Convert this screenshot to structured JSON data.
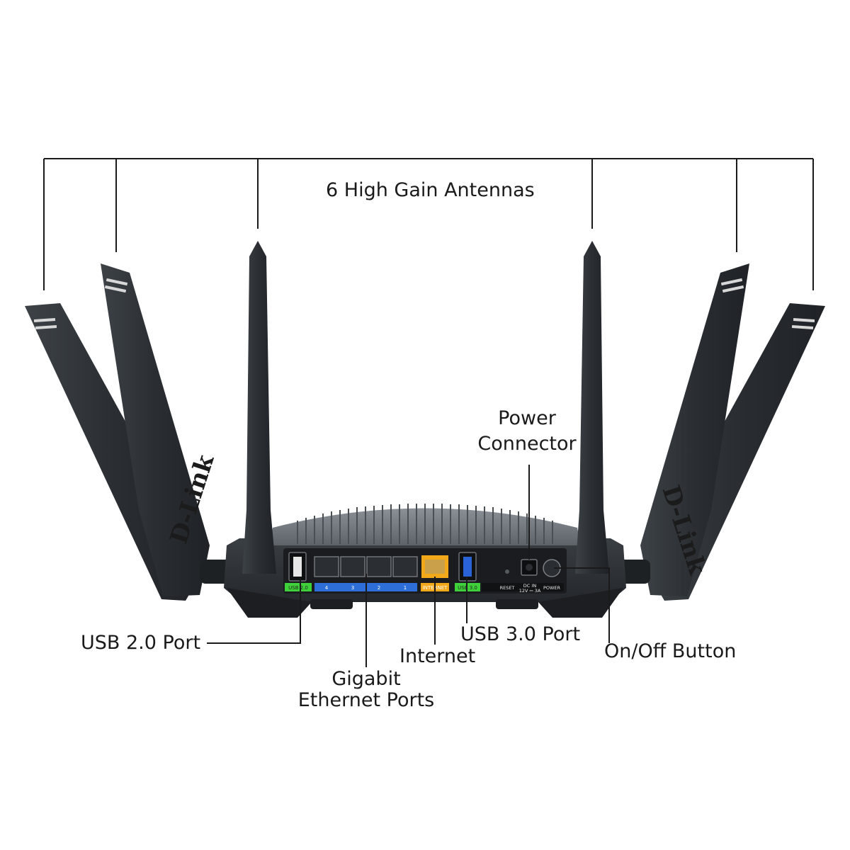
{
  "labels": {
    "antennas": "6 High Gain Antennas",
    "power_connector_line1": "Power",
    "power_connector_line2": "Connector",
    "usb2": "USB 2.0 Port",
    "ethernet_line1": "Gigabit",
    "ethernet_line2": "Ethernet Ports",
    "internet": "Internet",
    "usb3": "USB 3.0 Port",
    "onoff": "On/Off Button"
  },
  "device": {
    "brand": "D-Link",
    "port_numbers": [
      "4",
      "3",
      "2",
      "1"
    ],
    "port_tag_usb2": "USB 2.0",
    "port_tag_internet": "INTERNET",
    "port_tag_usb3": "USB 3.0",
    "panel_reset": "RESET",
    "panel_dcin": "DC IN",
    "panel_volt": "12V ⎓ 3A",
    "panel_power": "POWER"
  },
  "colors": {
    "body": "#2b2f33",
    "antenna": "#2a2e32",
    "lan_tag": "#2d6ed8",
    "internet_port": "#f3a81a",
    "usb_tag": "#3fd13a",
    "usb3_port": "#2a62d8"
  }
}
